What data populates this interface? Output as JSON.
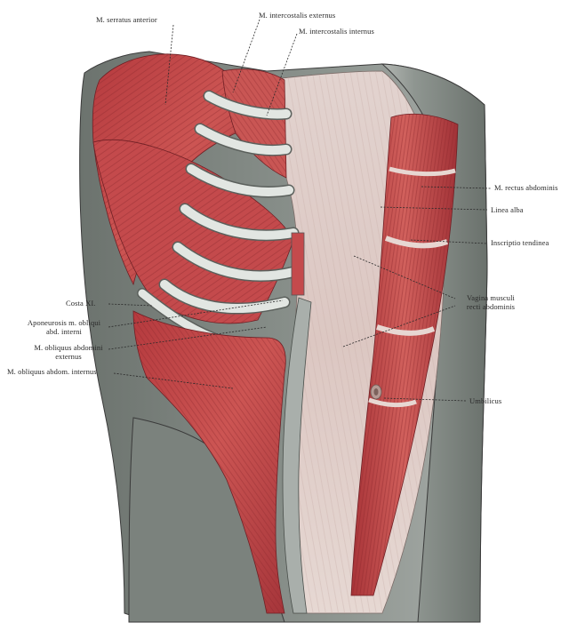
{
  "figure": {
    "labels": {
      "serratus_anterior": "M. serratus anterior",
      "intercostalis_externus": "M. intercostalis externus",
      "intercostalis_internus": "M. intercostalis internus",
      "rectus_abdominis": "M. rectus abdominis",
      "linea_alba": "Linea alba",
      "inscriptio_tendinea": "Inscriptio tendinea",
      "vagina_line1": "Vagina musculi",
      "vagina_line2": "recti abdominis",
      "costa_xi": "Costa XI.",
      "aponeurosis_line1": "Aponeurosis m. obliqui",
      "aponeurosis_line2": "abd. interni",
      "obliquus_ext_line1": "M. obliquus abdomini",
      "obliquus_ext_line2": "externus",
      "obliquus_internus": "M. obliquus abdom. internus",
      "umbilicus": "Umbilicus"
    },
    "colors": {
      "muscle": "#c2484a",
      "muscle_dark": "#8f2a2e",
      "muscle_light": "#e07a78",
      "skin_edge": "#7e8580",
      "skin_dark": "#5c635e",
      "fascia": "#d8c2bd",
      "fascia_light": "#e9dcd7",
      "rib": "#dfe3df",
      "background": "#ffffff"
    }
  }
}
